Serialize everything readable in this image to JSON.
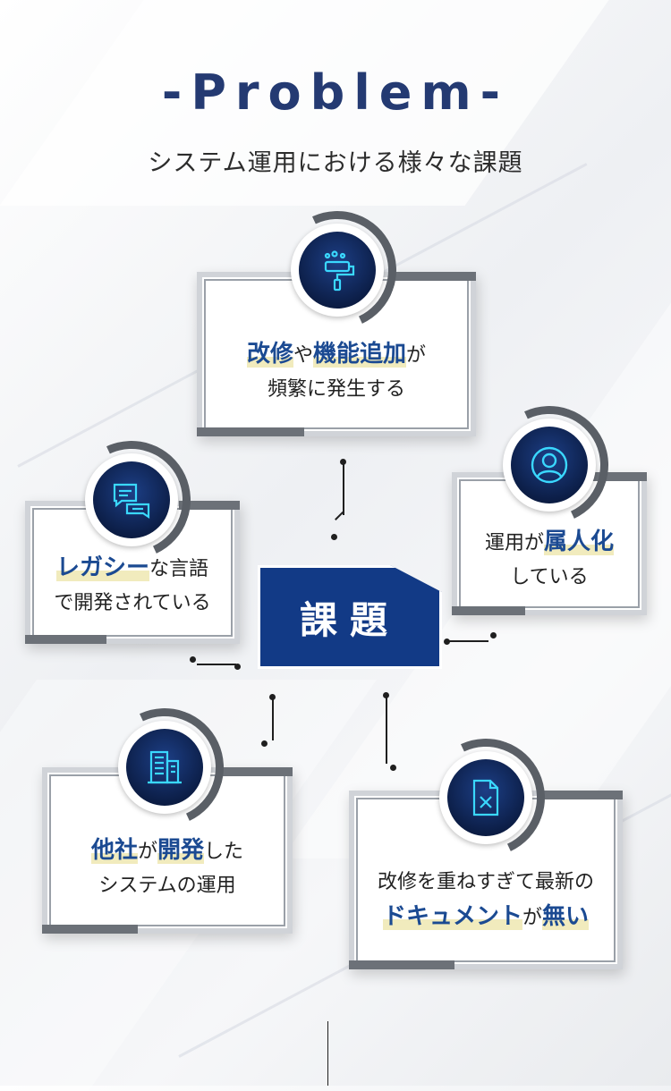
{
  "header": {
    "title": "-Problem-",
    "subtitle": "システム運用における様々な課題"
  },
  "center": {
    "label": "課題"
  },
  "cards": {
    "top": {
      "hl1": "改修",
      "t1": "や",
      "hl2": "機能追加",
      "t2": "が",
      "line2": "頻繁に発生する",
      "icon": "paint-roller-icon"
    },
    "left": {
      "hl1": "レガシー",
      "t1": "な言語",
      "line2": "で開発されている",
      "icon": "chat-bubbles-icon"
    },
    "right": {
      "line1a": "運用が",
      "hl1": "属人化",
      "line2": "している",
      "icon": "person-icon"
    },
    "bottom_left": {
      "hl1": "他社",
      "t1": "が",
      "hl2": "開発",
      "t2": "した",
      "line2": "システムの運用",
      "icon": "building-icon"
    },
    "bottom_right": {
      "line1": "改修を重ねすぎて最新の",
      "hl1": "ドキュメント",
      "t1": "が",
      "hl2": "無い",
      "icon": "document-x-icon"
    }
  },
  "colors": {
    "title": "#243a72",
    "accent": "#1b4a92",
    "center_box": "#123a86",
    "icon_glow": "#3ad8ff"
  }
}
